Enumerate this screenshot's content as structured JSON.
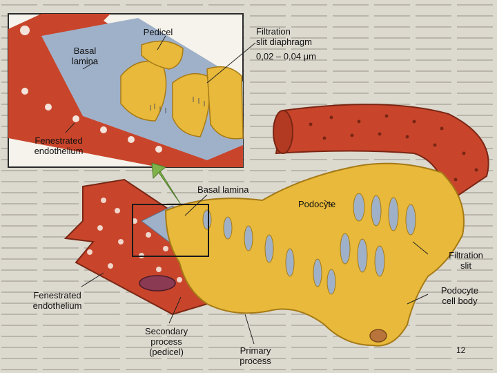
{
  "figure": {
    "labels": {
      "pedicel": "Pedicel",
      "filtration_slit_diaphragm": "Filtration\nslit diaphragm",
      "dimension": "0,02 – 0,04 μm",
      "basal_lamina_inset": "Basal\nlamina",
      "fenestrated_endothelium_inset": "Fenestrated\nendothelium",
      "basal_lamina_main": "Basal lamina",
      "podocyte": "Podocyte",
      "filtration_slit": "Filtration\nslit",
      "podocyte_cell_body": "Podocyte\ncell body",
      "fenestrated_endothelium_main": "Fenestrated\nendothelium",
      "secondary_process": "Secondary\nprocess\n(pedicel)",
      "primary_process": "Primary\nprocess"
    },
    "colors": {
      "endothelium": "#c8452b",
      "podocyte": "#e8b93a",
      "basal_lamina": "#9fb1c9",
      "page_paper": "#d9d6cc"
    }
  },
  "slide": {
    "page_number": "12"
  }
}
